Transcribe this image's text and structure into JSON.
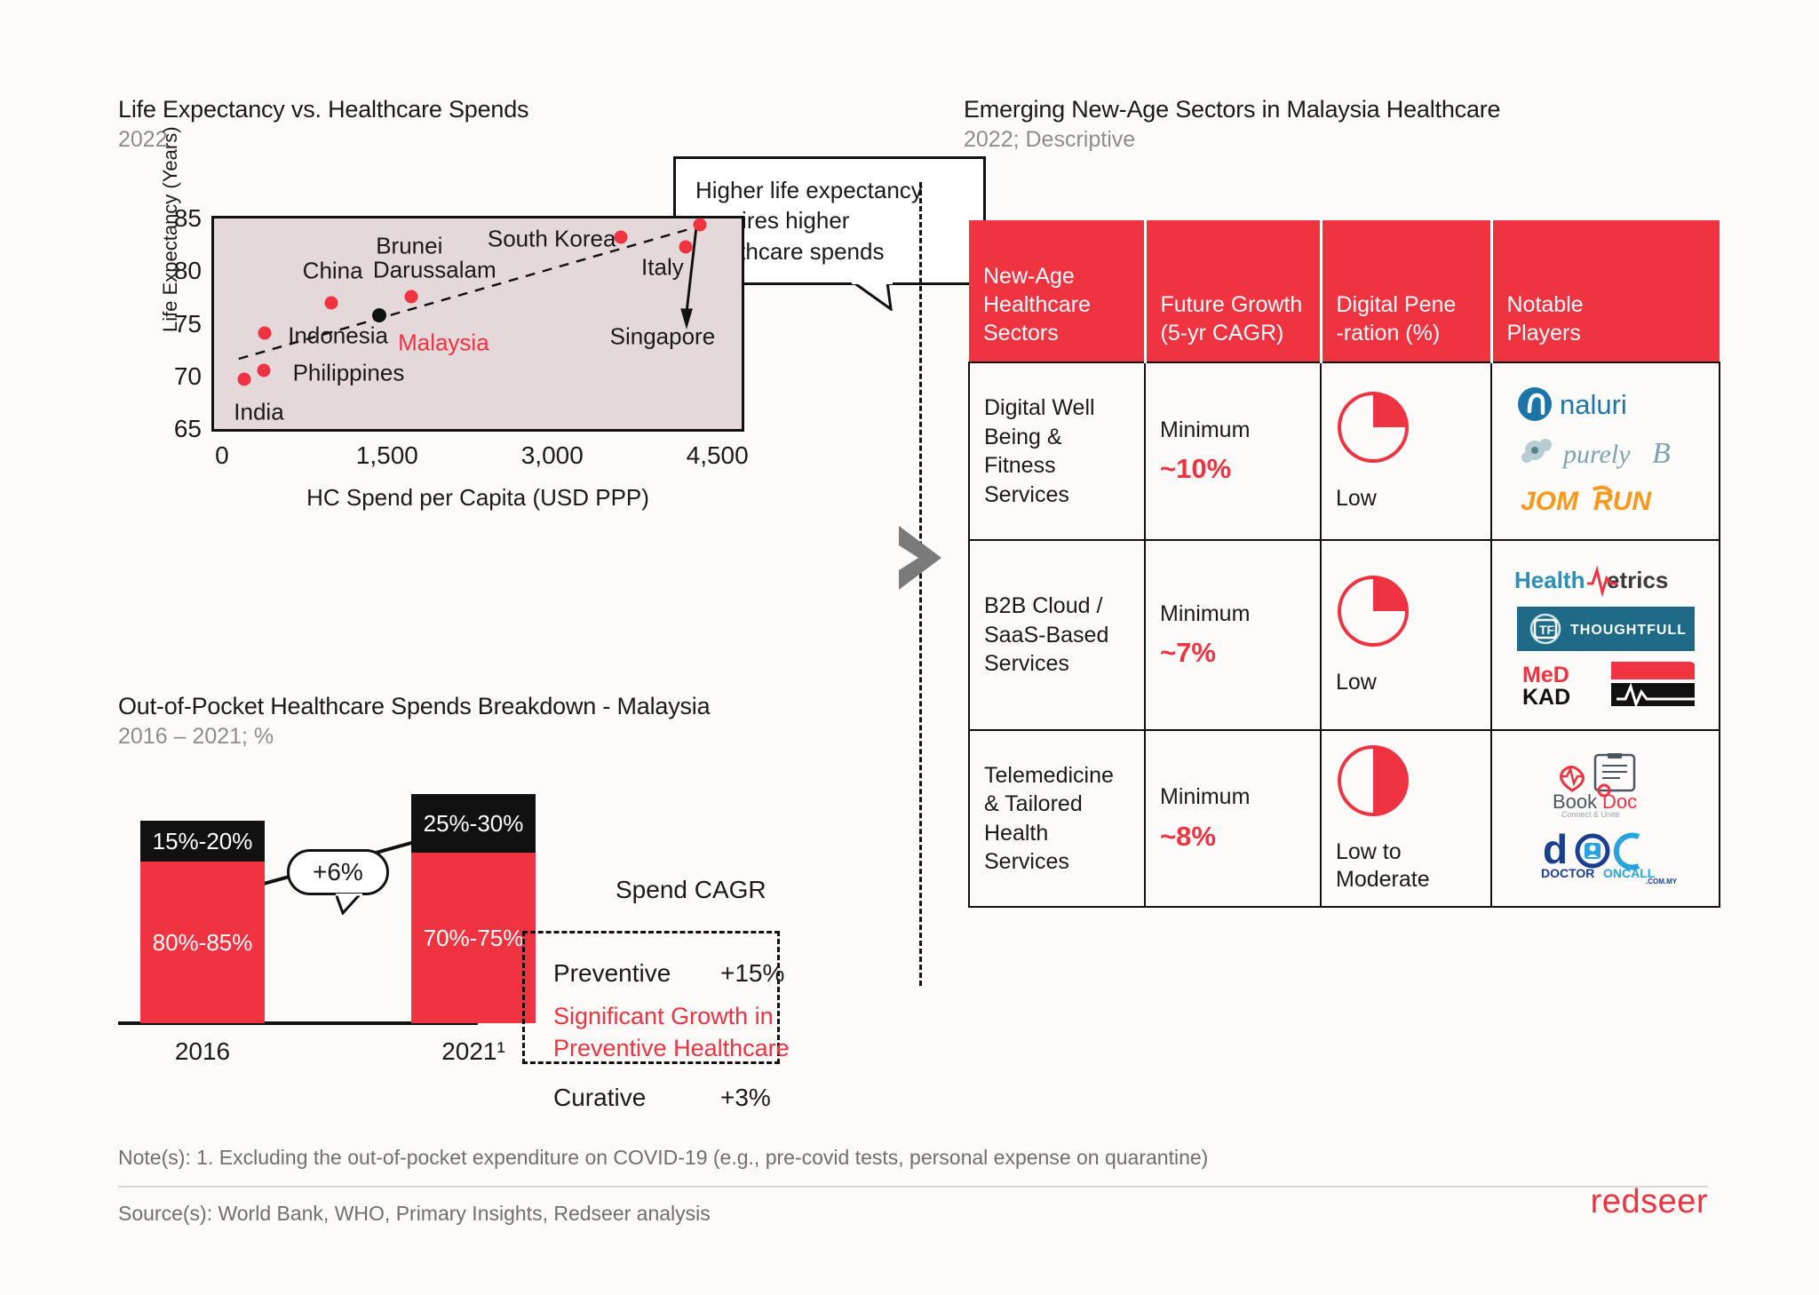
{
  "scatter": {
    "title": "Life Expectancy vs. Healthcare Spends",
    "subtitle": "2022",
    "callout": "Higher life expectancy requires higher healthcare spends",
    "ylabel": "Life Expectancy (Years)",
    "xlabel": "HC Spend per Capita (USD PPP)"
  },
  "bars": {
    "title": "Out-of-Pocket Healthcare Spends Breakdown - Malaysia",
    "subtitle": "2016 – 2021; %",
    "growth_badge": "+6%",
    "cagr_title": "Spend CAGR",
    "cagr_rows": [
      {
        "label": "Preventive",
        "value": "+15%"
      },
      {
        "label": "Curative",
        "value": "+3%"
      }
    ],
    "cagr_note_line1": "Significant Growth in",
    "cagr_note_line2": "Preventive Healthcare"
  },
  "table_block": {
    "title": "Emerging New-Age Sectors in Malaysia Healthcare",
    "subtitle": "2022; Descriptive",
    "headers": [
      "New-Age Healthcare Sectors",
      "Future Growth (5-yr CAGR)",
      "Digital Pene -ration (%)",
      "Notable Players"
    ],
    "rows": [
      {
        "sector": "Digital Well Being & Fitness Services",
        "growth_prefix": "Minimum",
        "growth_value": "~10%",
        "penetration_pct": 25,
        "penetration_label": "Low",
        "players": [
          "naluri",
          "purelyB",
          "JOMRUN"
        ]
      },
      {
        "sector": "B2B Cloud / SaaS-Based Services",
        "growth_prefix": "Minimum",
        "growth_value": "~7%",
        "penetration_pct": 25,
        "penetration_label": "Low",
        "players": [
          "HealthMetrics",
          "THOUGHTFULL",
          "MeDKAD"
        ]
      },
      {
        "sector": "Telemedicine & Tailored Health Services",
        "growth_prefix": "Minimum",
        "growth_value": "~8%",
        "penetration_pct": 50,
        "penetration_label": "Low to Moderate",
        "players": [
          "BookDoc",
          "DOCTORONCALL"
        ]
      }
    ]
  },
  "footer": {
    "notes": "Note(s): 1. Excluding the out-of-pocket expenditure on COVID-19 (e.g., pre-covid tests, personal expense on quarantine)",
    "sources": "Source(s): World Bank, WHO, Primary Insights, Redseer analysis",
    "brand": "redseer"
  },
  "colors": {
    "accent_red": "#ef3340",
    "plot_fill": "#e4d8da",
    "black": "#111111",
    "grey_text": "#8d8d8d"
  },
  "chart_data": [
    {
      "type": "scatter",
      "title": "Life Expectancy vs. Healthcare Spends",
      "subtitle": "2022",
      "xlabel": "HC Spend per Capita (USD PPP)",
      "ylabel": "Life Expectancy (Years)",
      "xlim": [
        0,
        4800
      ],
      "ylim": [
        65,
        85
      ],
      "xticks": [
        "0",
        "1,500",
        "3,000",
        "4,500"
      ],
      "xtick_values": [
        0,
        1500,
        3000,
        4500
      ],
      "yticks": [
        "65",
        "70",
        "75",
        "80",
        "85"
      ],
      "ytick_values": [
        65,
        70,
        75,
        80,
        85
      ],
      "grid": false,
      "legend": "none",
      "trendline": {
        "style": "dashed",
        "x": [
          220,
          4450
        ],
        "y": [
          71.6,
          84.3
        ]
      },
      "annotation_arrow": {
        "from": "Singapore point",
        "to": "Singapore label"
      },
      "points": [
        {
          "label": "India",
          "x": 280,
          "y": 69.7,
          "color": "#ef3340",
          "label_pos": "below-left"
        },
        {
          "label": "Philippines",
          "x": 450,
          "y": 70.6,
          "color": "#ef3340",
          "label_pos": "right"
        },
        {
          "label": "Indonesia",
          "x": 460,
          "y": 74.1,
          "color": "#ef3340",
          "label_pos": "right"
        },
        {
          "label": "China",
          "x": 1070,
          "y": 77.0,
          "color": "#ef3340",
          "label_pos": "above"
        },
        {
          "label": "Malaysia",
          "x": 1500,
          "y": 75.8,
          "color": "#111111",
          "label_pos": "below-right"
        },
        {
          "label": "Brunei Darussalam",
          "x": 1790,
          "y": 77.6,
          "color": "#ef3340",
          "label_pos": "above-left"
        },
        {
          "label": "South Korea",
          "x": 3700,
          "y": 83.2,
          "color": "#ef3340",
          "label_pos": "left"
        },
        {
          "label": "Italy",
          "x": 4290,
          "y": 82.3,
          "color": "#ef3340",
          "label_pos": "below-left"
        },
        {
          "label": "Singapore",
          "x": 4420,
          "y": 84.4,
          "color": "#ef3340",
          "label_pos": "below-left"
        }
      ]
    },
    {
      "type": "bar",
      "subtype": "stacked",
      "title": "Out-of-Pocket Healthcare Spends Breakdown - Malaysia",
      "subtitle": "2016 – 2021; %",
      "categories": [
        "2016",
        "2021¹"
      ],
      "ylabel": "",
      "ylim": [
        0,
        100
      ],
      "grid": false,
      "total_growth": "+6%",
      "series": [
        {
          "name": "Curative",
          "color": "#ef3340",
          "values": [
            82.5,
            72.5
          ],
          "labels": [
            "80%-85%",
            "70%-75%"
          ]
        },
        {
          "name": "Preventive",
          "color": "#111111",
          "values": [
            17.5,
            27.5
          ],
          "labels": [
            "15%-20%",
            "25%-30%"
          ]
        }
      ],
      "bar_total_heights": [
        100,
        113
      ]
    },
    {
      "type": "table",
      "title": "Emerging New-Age Sectors in Malaysia Healthcare",
      "subtitle": "2022; Descriptive",
      "columns": [
        "New-Age Healthcare Sectors",
        "Future Growth (5-yr CAGR)",
        "Digital Pene-ration (%)",
        "Notable Players"
      ],
      "rows": [
        [
          "Digital Well Being & Fitness Services",
          "Minimum ~10%",
          "Low (≈25%)",
          "naluri; purelyB; JOMRUN"
        ],
        [
          "B2B Cloud / SaaS-Based Services",
          "Minimum ~7%",
          "Low (≈25%)",
          "HealthMetrics; THOUGHTFULL; MeDKAD"
        ],
        [
          "Telemedicine & Tailored Health Services",
          "Minimum ~8%",
          "Low to Moderate (≈50%)",
          "BookDoc; DOCTORONCALL"
        ]
      ]
    }
  ]
}
